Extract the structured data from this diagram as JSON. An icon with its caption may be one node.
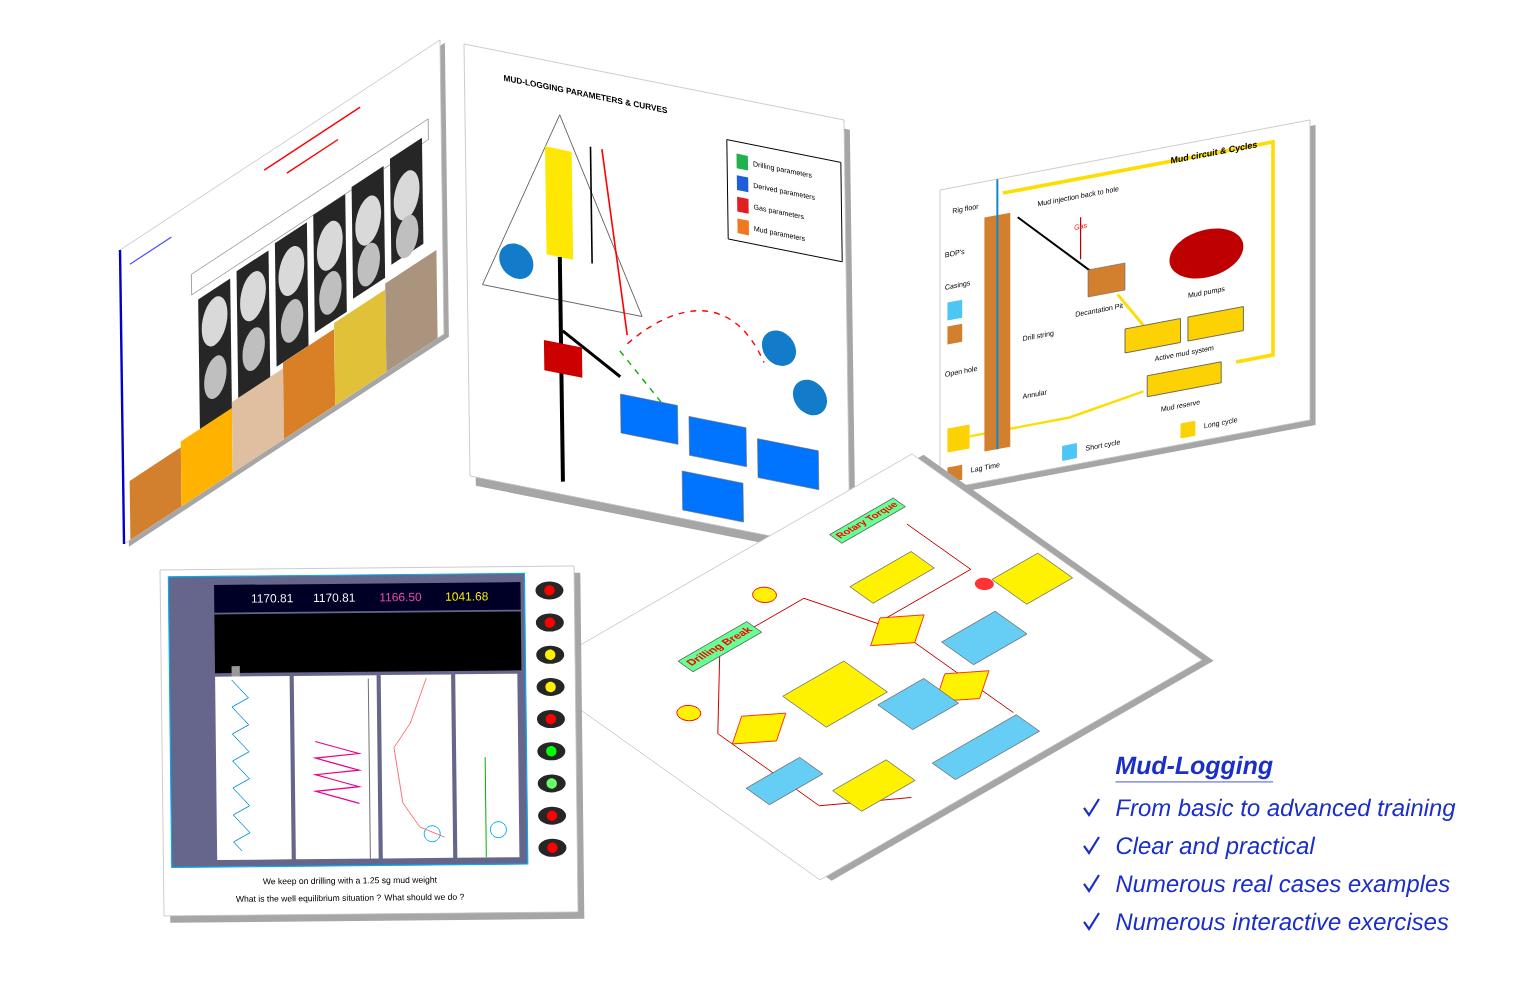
{
  "diagram": {
    "title": "Mud-Logging",
    "labels": [
      "MUD-LOGGING PARAMETERS & CURVES",
      "Mud circuit & Cycles",
      "Mud injection back to hole",
      "Rig floor",
      "BOP's",
      "Gas",
      "Casings",
      "Decantation Pit",
      "Mud pumps",
      "Drill string",
      "Open hole",
      "Active mud system",
      "Annular",
      "Mud reserve",
      "Lag Time",
      "Short cycle",
      "Long cycle",
      "Rotary Torque",
      "Drilling Break",
      "1170.81",
      "1170.81",
      "1166.50",
      "1041.68",
      "We keep on drilling with a 1.25 sg mud weight",
      "What is the well equilibrium situation ? What should we do ?",
      "From basic to advanced training",
      "Clear and practical",
      "Numerous real cases examples",
      "Numerous interactive exercises"
    ],
    "legend": [
      {
        "text": "Drilling parameters",
        "color": "#22b14c"
      },
      {
        "text": "Derived parameters",
        "color": "#1e5fd8"
      },
      {
        "text": "Gas parameters",
        "color": "#e02020"
      },
      {
        "text": "Mud parameters",
        "color": "#f07820"
      }
    ]
  }
}
